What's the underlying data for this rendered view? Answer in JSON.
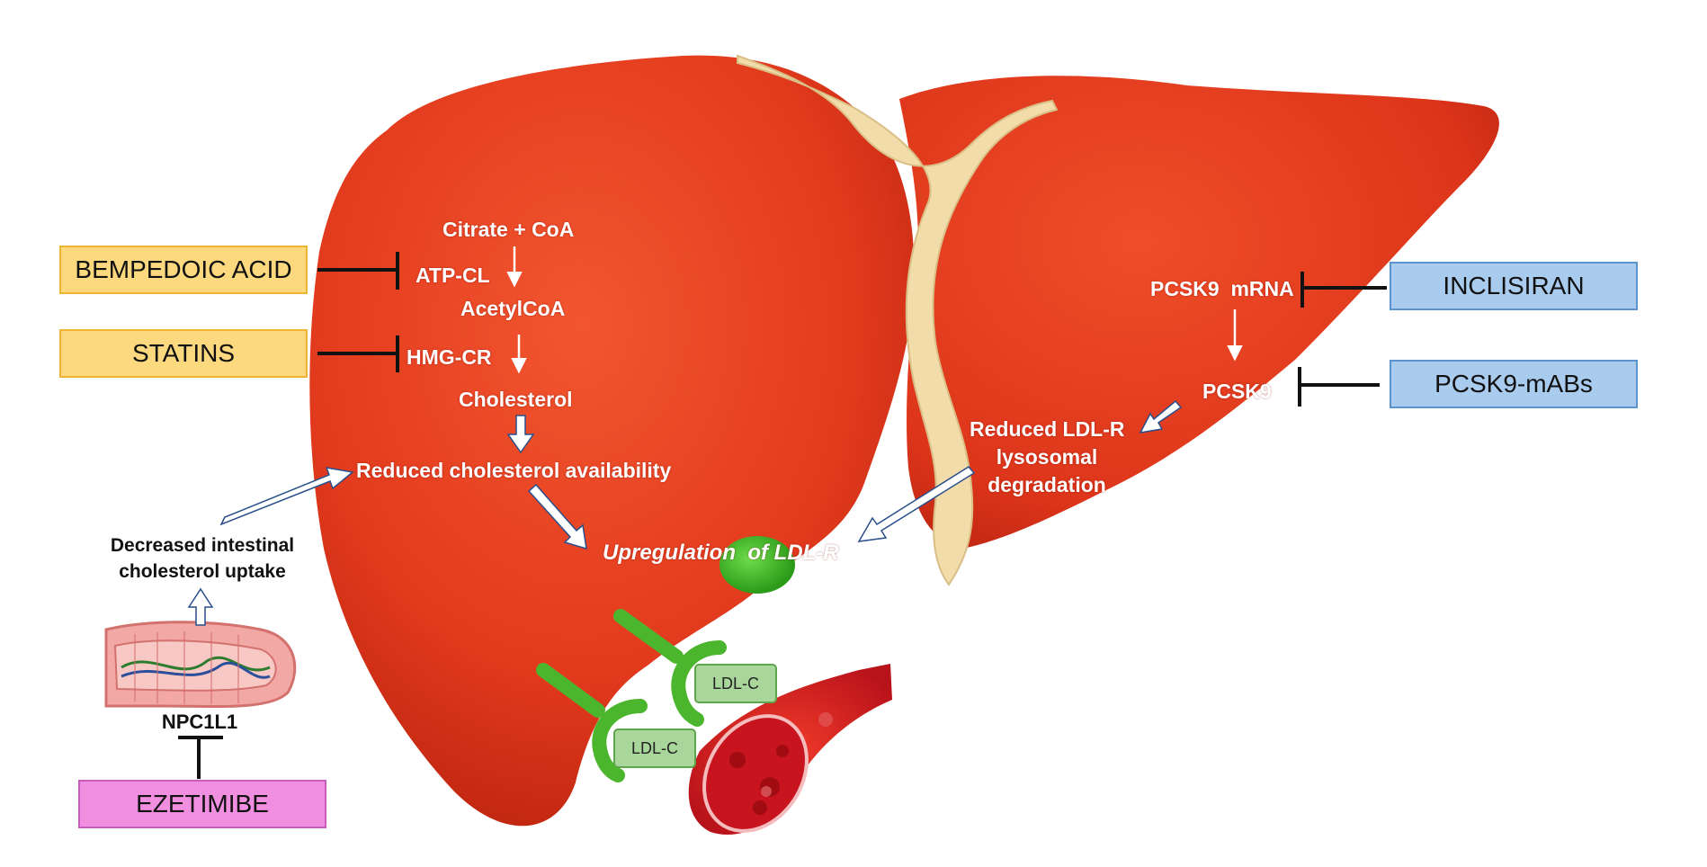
{
  "drugs": {
    "bempedoic_acid": "BEMPEDOIC ACID",
    "statins": "STATINS",
    "inclisiran": "INCLISIRAN",
    "pcsk9_mabs": "PCSK9-mABs",
    "ezetimibe": "EZETIMIBE"
  },
  "pathway": {
    "citrate_coa": "Citrate + CoA",
    "atp_cl": "ATP-CL",
    "acetyl_coa": "AcetylCoA",
    "hmg_cr": "HMG-CR",
    "cholesterol": "Cholesterol",
    "reduced_chol": "Reduced cholesterol availability",
    "upregulation": "Upregulation  of LDL-R",
    "pcsk9_mrna": "PCSK9  mRNA",
    "pcsk9": "PCSK9",
    "reduced_ldlr_line1": "Reduced LDL-R",
    "reduced_ldlr_line2": "lysosomal",
    "reduced_ldlr_line3": "degradation"
  },
  "intestine": {
    "decreased_line1": "Decreased intestinal",
    "decreased_line2": "cholesterol uptake",
    "npc1l1": "NPC1L1"
  },
  "receptor_labels": [
    "LDL-C",
    "LDL-C"
  ],
  "colors": {
    "liver": "#e8361c",
    "liver_dark": "#b01a08",
    "ligament": "#f1dcaa",
    "receptor_green": "#4cb52e",
    "drug_yellow": "#fcd97e",
    "drug_blue": "#a9cbee",
    "drug_pink": "#f08ee0"
  }
}
